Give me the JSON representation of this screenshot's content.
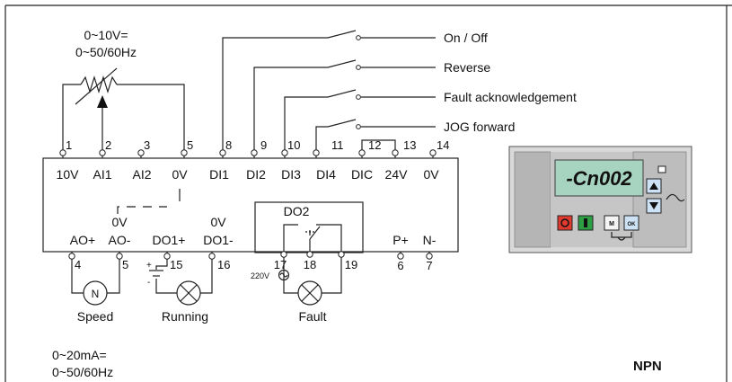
{
  "analog_input": {
    "range": "0~10V=",
    "freq": "0~50/60Hz"
  },
  "analog_output": {
    "range": "0~20mA=",
    "freq": "0~50/60Hz"
  },
  "switches": [
    "On / Off",
    "Reverse",
    "Fault acknowledgement",
    "JOG forward"
  ],
  "top_terminals": [
    {
      "num": "1",
      "label": "10V"
    },
    {
      "num": "2",
      "label": "AI1"
    },
    {
      "num": "3",
      "label": "AI2"
    },
    {
      "num": "5",
      "label": "0V"
    },
    {
      "num": "8",
      "label": "DI1"
    },
    {
      "num": "9",
      "label": "DI2"
    },
    {
      "num": "10",
      "label": "DI3"
    },
    {
      "num": "11",
      "label": "DI4"
    },
    {
      "num": "12",
      "label": "DIC"
    },
    {
      "num": "13",
      "label": "24V"
    },
    {
      "num": "14",
      "label": "0V"
    }
  ],
  "bottom_signals": [
    {
      "label": "AO+",
      "num": "4"
    },
    {
      "label": "AO-",
      "num": "5",
      "sub": "0V"
    },
    {
      "label": "DO1+",
      "num": "15"
    },
    {
      "label": "DO1-",
      "num": "16",
      "sub": "0V"
    },
    {
      "label": "P+",
      "num": "6"
    },
    {
      "label": "N-",
      "num": "7"
    }
  ],
  "relay": {
    "label": "DO2",
    "terminals": [
      "17",
      "18",
      "19"
    ],
    "supply": "220V"
  },
  "loads": {
    "speed": "Speed",
    "meter_symbol": "N",
    "running": "Running",
    "fault": "Fault"
  },
  "panel": {
    "display": "-Cn002",
    "key_m": "M",
    "key_ok": "OK"
  },
  "footer": {
    "type": "NPN"
  }
}
